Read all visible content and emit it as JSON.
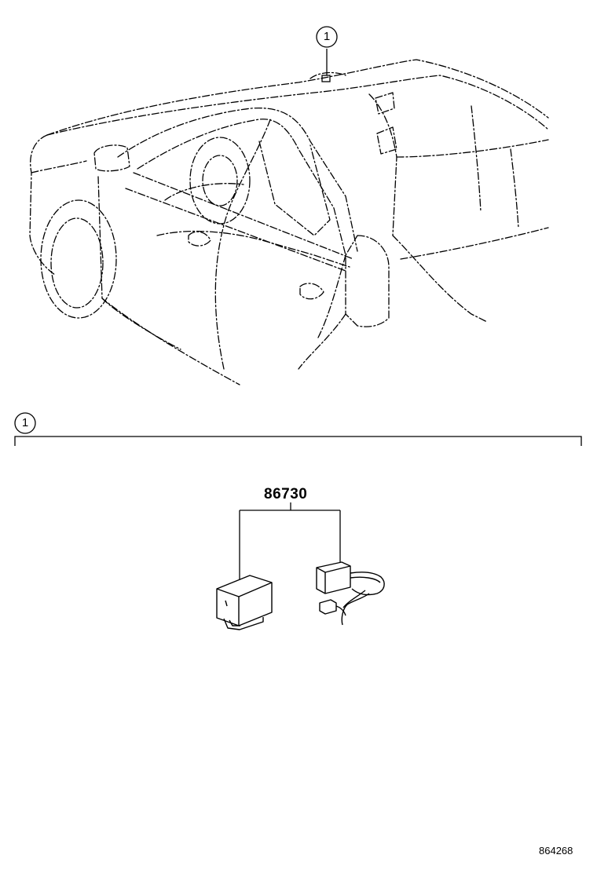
{
  "diagram": {
    "callout_top": "1",
    "section_callout": "1",
    "part_number": "86730",
    "diagram_id": "864268"
  }
}
